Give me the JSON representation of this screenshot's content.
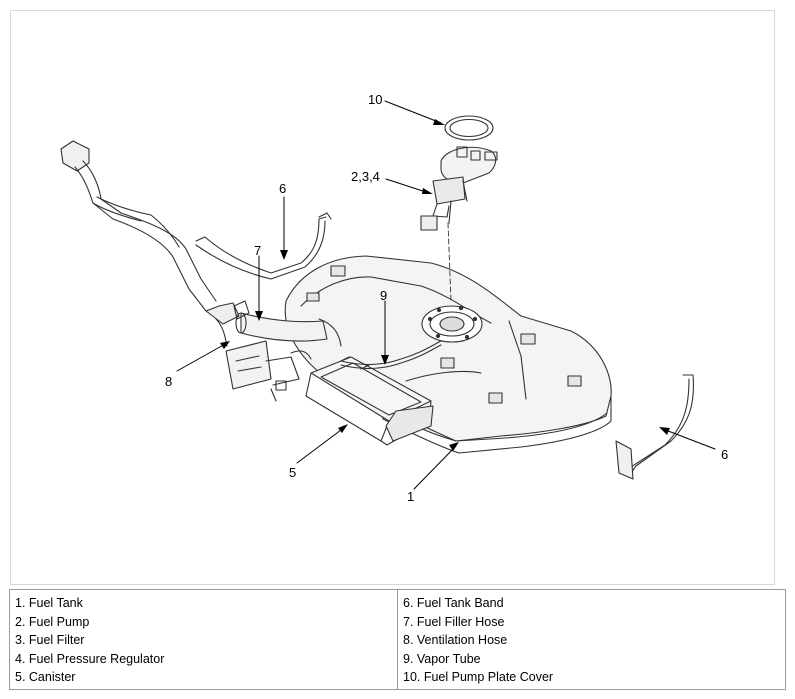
{
  "callouts": {
    "c10": "10",
    "c234": "2,3,4",
    "c6_top": "6",
    "c7": "7",
    "c9": "9",
    "c8": "8",
    "c5": "5",
    "c1": "1",
    "c6_right": "6"
  },
  "legend": {
    "left": [
      "1. Fuel Tank",
      "2. Fuel Pump",
      "3. Fuel Filter",
      "4. Fuel Pressure Regulator",
      "5. Canister"
    ],
    "right": [
      "6. Fuel Tank Band",
      "7. Fuel Filler Hose",
      "8. Ventilation Hose",
      "9. Vapor Tube",
      "10. Fuel Pump Plate Cover"
    ]
  }
}
